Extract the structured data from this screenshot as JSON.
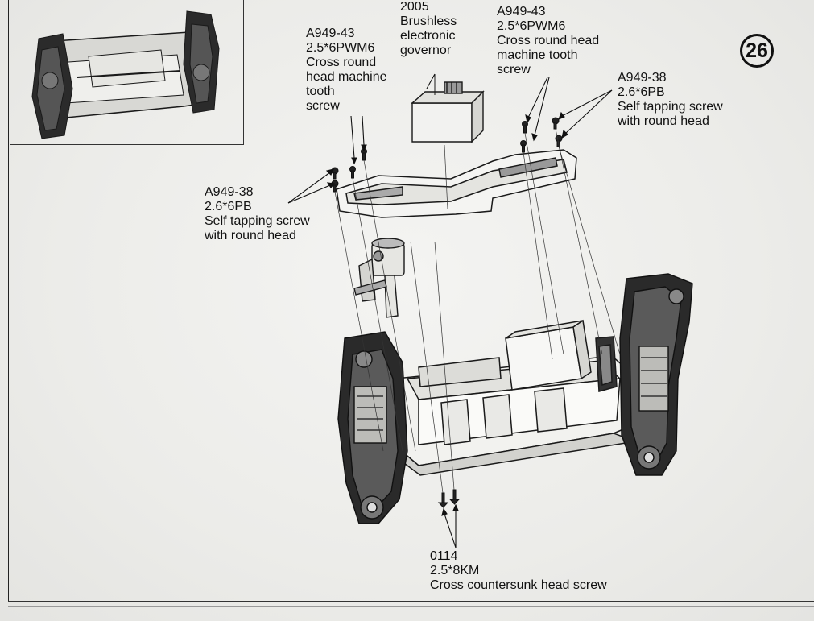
{
  "step": {
    "number": "26"
  },
  "callouts": {
    "governor": {
      "lines": [
        "2005",
        "Brushless",
        "electronic",
        "governor"
      ]
    },
    "screw_a943_left": {
      "lines": [
        "A949-43",
        "2.5*6PWM6",
        "Cross round",
        "head machine",
        "tooth",
        "screw"
      ]
    },
    "screw_a943_right": {
      "lines": [
        "A949-43",
        "2.5*6PWM6",
        "Cross round head",
        "machine tooth",
        "screw"
      ]
    },
    "screw_a938_right": {
      "lines": [
        "A949-38",
        "2.6*6PB",
        "Self tapping screw",
        "with round head"
      ]
    },
    "screw_a938_left": {
      "lines": [
        "A949-38",
        "2.6*6PB",
        "Self tapping screw",
        "with round head"
      ]
    },
    "screw_0114": {
      "lines": [
        "0114",
        "2.5*8KM",
        "Cross countersunk head screw"
      ]
    }
  }
}
